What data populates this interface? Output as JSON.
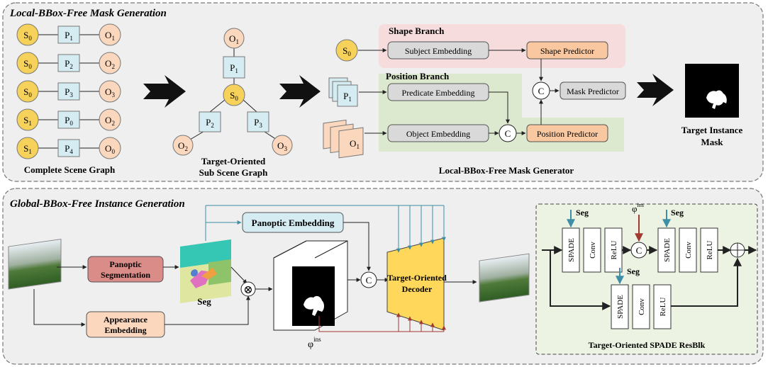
{
  "top": {
    "title": "Local-BBox-Free Mask Generation",
    "complete_graph": {
      "rows": [
        {
          "s": "S",
          "s_sub": "0",
          "p": "P",
          "p_sub": "1",
          "o": "O",
          "o_sub": "1"
        },
        {
          "s": "S",
          "s_sub": "0",
          "p": "P",
          "p_sub": "2",
          "o": "O",
          "o_sub": "2"
        },
        {
          "s": "S",
          "s_sub": "0",
          "p": "P",
          "p_sub": "3",
          "o": "O",
          "o_sub": "3"
        },
        {
          "s": "S",
          "s_sub": "1",
          "p": "P",
          "p_sub": "0",
          "o": "O",
          "o_sub": "2"
        },
        {
          "s": "S",
          "s_sub": "1",
          "p": "P",
          "p_sub": "4",
          "o": "O",
          "o_sub": "0"
        }
      ],
      "caption": "Complete Scene Graph"
    },
    "sub_graph": {
      "o1": {
        "main": "O",
        "sub": "1"
      },
      "p1": {
        "main": "P",
        "sub": "1"
      },
      "s0": {
        "main": "S",
        "sub": "0"
      },
      "p2": {
        "main": "P",
        "sub": "2"
      },
      "p3": {
        "main": "P",
        "sub": "3"
      },
      "o2": {
        "main": "O",
        "sub": "2"
      },
      "o3": {
        "main": "O",
        "sub": "3"
      },
      "caption_line1": "Target-Oriented",
      "caption_line2": "Sub Scene Graph"
    },
    "generator": {
      "shape_branch": "Shape Branch",
      "position_branch": "Position Branch",
      "s0": {
        "main": "S",
        "sub": "0"
      },
      "p1": {
        "main": "P",
        "sub": "1"
      },
      "o1": {
        "main": "O",
        "sub": "1"
      },
      "subject_embedding": "Subject Embedding",
      "predicate_embedding": "Predicate Embedding",
      "object_embedding": "Object Embedding",
      "shape_predictor": "Shape Predictor",
      "mask_predictor": "Mask Predictor",
      "position_predictor": "Position Predictor",
      "concat": "C",
      "caption": "Local-BBox-Free Mask Generator"
    },
    "output_caption_line1": "Target Instance",
    "output_caption_line2": "Mask"
  },
  "bottom": {
    "title": "Global-BBox-Free Instance Generation",
    "panoptic_segmentation_line1": "Panoptic",
    "panoptic_segmentation_line2": "Segmentation",
    "appearance_embedding_line1": "Appearance",
    "appearance_embedding_line2": "Embedding",
    "panoptic_embedding": "Panoptic Embedding",
    "seg_label": "Seg",
    "multiply": "⊗",
    "concat": "C",
    "phi": "φ",
    "phi_sup": "ins",
    "decoder_line1": "Target-Oriented",
    "decoder_line2": "Decoder",
    "resblk": {
      "seg": "Seg",
      "phi": "φ",
      "phi_sup": "ins",
      "spade": "SPADE",
      "conv": "Conv",
      "relu": "ReLU",
      "concat": "C",
      "caption": "Target-Oriented SPADE ResBlk"
    }
  },
  "colors": {
    "node_yellow": "#f7d25a",
    "node_peach": "#fbd7bd",
    "pred_blue": "#d4ecf2",
    "shape_bg": "#f6dcdc",
    "position_bg": "#dde9cf",
    "predictor_orange": "#f9c8a0",
    "embed_gray": "#d9d9d9",
    "panoptic_red": "#d98c88",
    "decoder_yellow": "#ffd75a",
    "teal_arrow": "#3d8ea6",
    "red_arrow": "#a33a32"
  }
}
